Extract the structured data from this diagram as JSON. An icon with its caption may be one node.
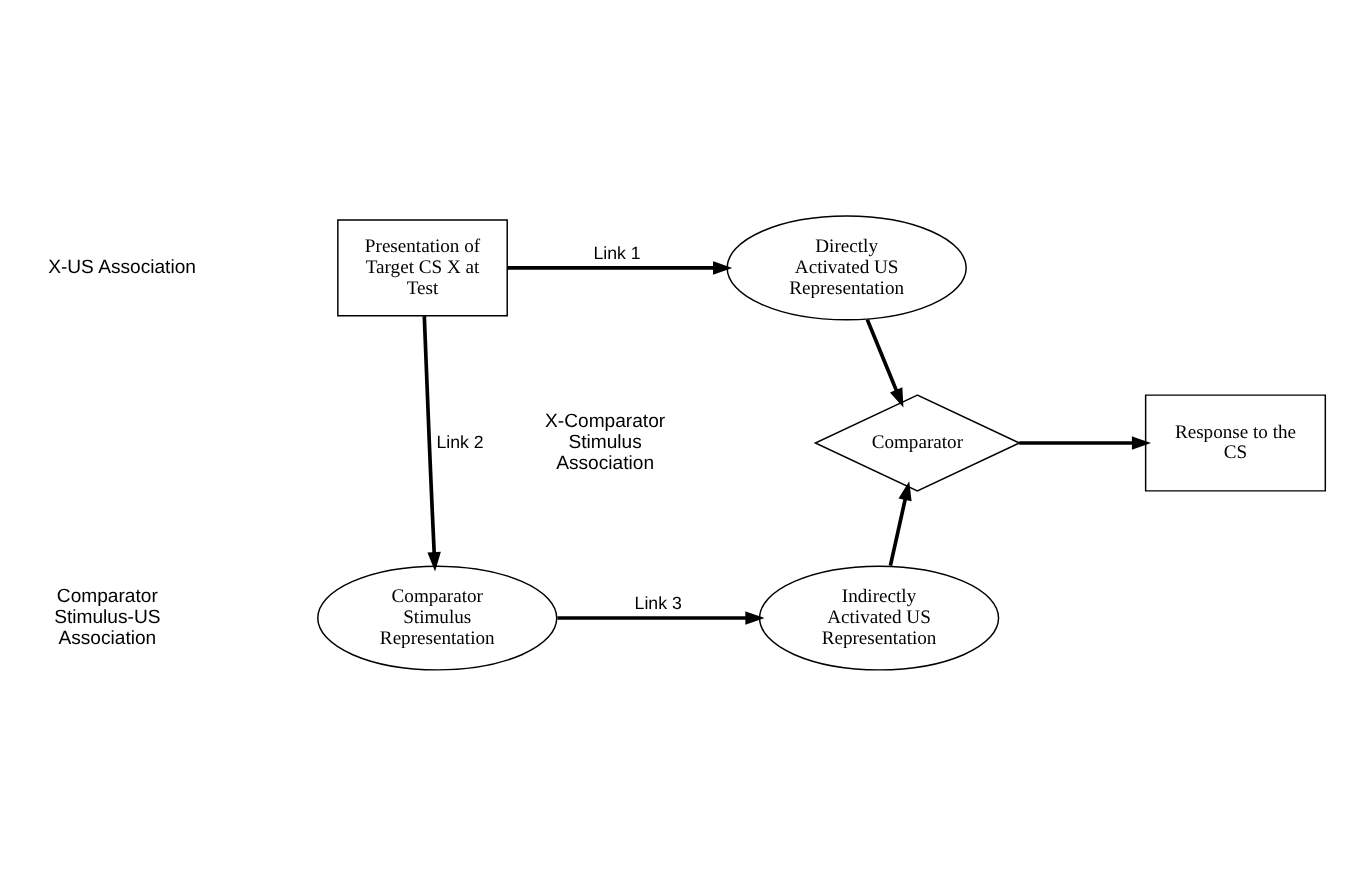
{
  "diagram": {
    "nodes": [
      {
        "text": [
          "Presentation of Target CS X at Test"
        ]
      },
      {
        "text": [
          "Directly Activated US Representation"
        ]
      },
      {
        "text": [
          "Comparator"
        ]
      },
      {
        "text": [
          "Response to the CS"
        ]
      },
      {
        "text": [
          "Comparator Stimulus Representation"
        ]
      },
      {
        "text": [
          "Indirectly Activated US Representation"
        ]
      }
    ],
    "edges": [
      {
        "from": 0,
        "to": 1,
        "arrow": "to",
        "label": "Link 1"
      },
      {
        "from": 1,
        "to": 2,
        "arrow": "to"
      },
      {
        "from": 2,
        "to": 3,
        "arrow": "to"
      },
      {
        "from": 0,
        "to": 4,
        "arrow": "to",
        "label": "Link 2"
      },
      {
        "from": 4,
        "to": 5,
        "arrow": "to",
        "label": "Link 3"
      },
      {
        "from": 5,
        "to": 2,
        "arrow": "to"
      }
    ],
    "labels": [
      "X-US Association",
      "X-Comparator Stimulus Association",
      "Comparator Stimulus-US Association"
    ]
  }
}
